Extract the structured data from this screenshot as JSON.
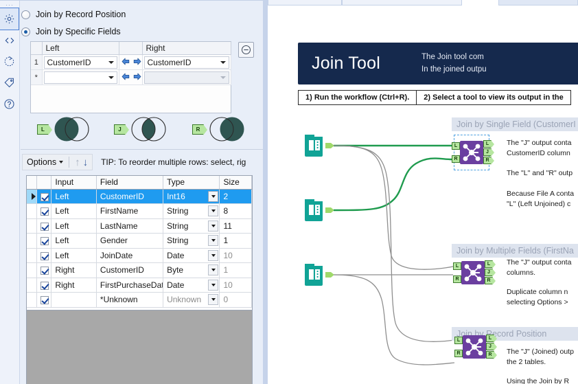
{
  "config_panel": {
    "rail": {
      "dots": "···",
      "items": [
        {
          "name": "gear-icon",
          "label": "Configuration"
        },
        {
          "name": "code-icon",
          "label": "XML Editor"
        },
        {
          "name": "refresh-icon",
          "label": "Refresh"
        },
        {
          "name": "tag-icon",
          "label": "Annotation"
        },
        {
          "name": "help-icon",
          "label": "Help"
        }
      ]
    },
    "join_mode": {
      "option_record_position": "Join by Record Position",
      "option_specific_fields": "Join by Specific Fields",
      "selected": "specific_fields"
    },
    "join_grid": {
      "headers": [
        "",
        "Left",
        "",
        "Right"
      ],
      "rows": [
        {
          "num": "1",
          "left": "CustomerID",
          "right": "CustomerID",
          "right_disabled": false
        },
        {
          "num": "*",
          "left": "",
          "right": "",
          "right_disabled": true
        }
      ]
    },
    "remove_button_label": "⊖",
    "venn": [
      {
        "anchor": "L",
        "name": "venn-left-unjoined",
        "fill": "left"
      },
      {
        "anchor": "J",
        "name": "venn-joined",
        "fill": "center"
      },
      {
        "anchor": "R",
        "name": "venn-right-unjoined",
        "fill": "right"
      }
    ],
    "options_bar": {
      "options_label": "Options",
      "up_arrow": "↑",
      "down_arrow": "↓",
      "tip": "TIP: To reorder multiple rows: select, rig"
    },
    "field_table": {
      "headers": [
        "",
        "",
        "Input",
        "Field",
        "Type",
        "Size"
      ],
      "rows": [
        {
          "checked": true,
          "input": "Left",
          "field": "CustomerID",
          "type": "Int16",
          "size": "2",
          "selected": true,
          "type_dim": false,
          "size_dim": false
        },
        {
          "checked": true,
          "input": "Left",
          "field": "FirstName",
          "type": "String",
          "size": "8",
          "selected": false,
          "type_dim": false,
          "size_dim": false
        },
        {
          "checked": true,
          "input": "Left",
          "field": "LastName",
          "type": "String",
          "size": "11",
          "selected": false,
          "type_dim": false,
          "size_dim": false
        },
        {
          "checked": true,
          "input": "Left",
          "field": "Gender",
          "type": "String",
          "size": "1",
          "selected": false,
          "type_dim": false,
          "size_dim": false
        },
        {
          "checked": true,
          "input": "Left",
          "field": "JoinDate",
          "type": "Date",
          "size": "10",
          "selected": false,
          "type_dim": false,
          "size_dim": true
        },
        {
          "checked": true,
          "input": "Right",
          "field": "CustomerID",
          "type": "Byte",
          "size": "1",
          "selected": false,
          "type_dim": false,
          "size_dim": true
        },
        {
          "checked": true,
          "input": "Right",
          "field": "FirstPurchaseDate",
          "type": "Date",
          "size": "10",
          "selected": false,
          "type_dim": false,
          "size_dim": true
        },
        {
          "checked": true,
          "input": "",
          "field": "*Unknown",
          "type": "Unknown",
          "size": "0",
          "selected": false,
          "type_dim": true,
          "size_dim": true
        }
      ]
    }
  },
  "canvas": {
    "banner": {
      "title": "Join Tool",
      "desc_line1": "The Join tool com",
      "desc_line2": "In the joined outpu"
    },
    "steps": [
      {
        "label": "1) Run the workflow (Ctrl+R)."
      },
      {
        "label": "2) Select a tool to view its output in the"
      }
    ],
    "groups": [
      {
        "header": "Join by Single Field (CustomerI",
        "notes": [
          "The \"J\" output conta",
          "CustomerID column",
          "The \"L\" and \"R\" outp",
          "Because File A conta",
          "\"L\" (Left Unjoined) c"
        ]
      },
      {
        "header": "Join by Multiple Fields (FirstNa",
        "notes": [
          "The \"J\" output conta",
          "columns.",
          "Duplicate column n",
          "selecting Options >"
        ]
      },
      {
        "header": "Join by Record Position",
        "notes": [
          "The \"J\" (Joined) outp",
          "the 2 tables.",
          "Using the Join by R"
        ]
      }
    ],
    "join_tool_anchors": {
      "in_left": "L",
      "in_right": "R",
      "out_left": "L",
      "out_joined": "J",
      "out_right": "R"
    },
    "input_tools": [
      {
        "name": "input-data-tool-1"
      },
      {
        "name": "input-data-tool-2"
      },
      {
        "name": "input-data-tool-3"
      }
    ]
  },
  "colors": {
    "panel_bg": "#e8eef8",
    "banner_bg": "#15294d",
    "selected_row": "#1f9bf0",
    "tool_purple": "#6b3fa0",
    "tool_teal": "#11a396",
    "anchor_green": "#b6e6a0",
    "wire_green": "#1f9b4e",
    "wire_gray": "#8e8e8e"
  }
}
